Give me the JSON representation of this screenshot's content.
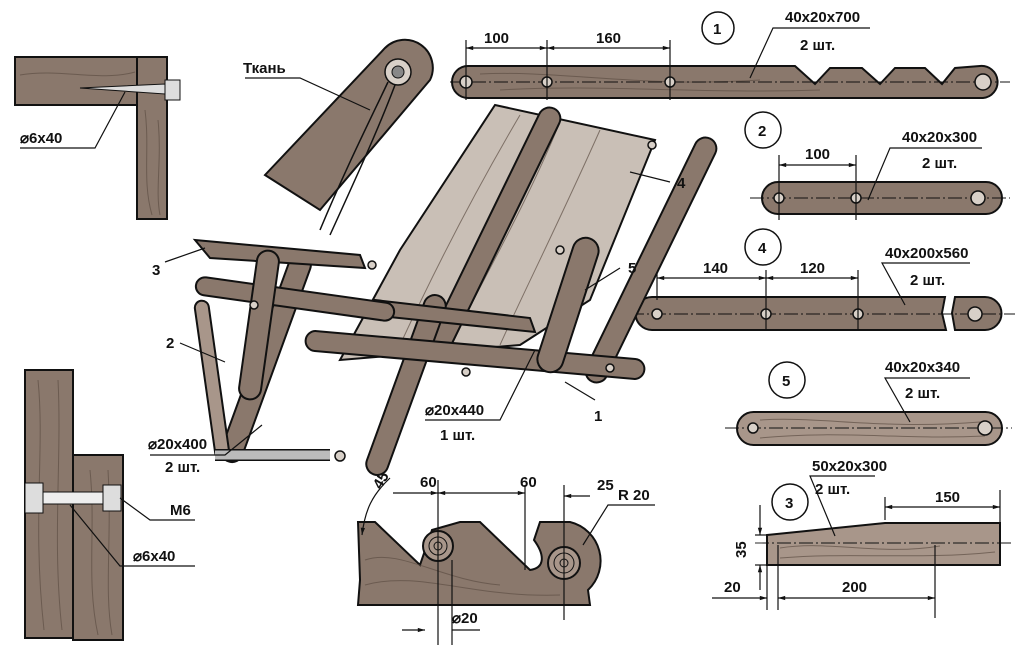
{
  "part1": {
    "number": "1",
    "size": "40x20x700",
    "qty": "2 шт.",
    "dims": [
      "100",
      "160"
    ]
  },
  "part2": {
    "number": "2",
    "size": "40x20x300",
    "qty": "2 шт.",
    "dims": [
      "100"
    ]
  },
  "part4": {
    "number": "4",
    "size": "40x200x560",
    "qty": "2 шт.",
    "dims": [
      "140",
      "120"
    ]
  },
  "part5": {
    "number": "5",
    "size": "40x20x340",
    "qty": "2 шт."
  },
  "part3": {
    "number": "3",
    "size": "50x20x300",
    "qty": "2 шт.",
    "dims": {
      "top": "150",
      "height": "35",
      "offset": "20",
      "bottom": "200"
    }
  },
  "notch_detail": {
    "angle": "45°",
    "dims": [
      "60",
      "60",
      "25"
    ],
    "radius": "R 20",
    "diameter": "⌀20"
  },
  "screw_detail_top": {
    "label": "⌀6x40"
  },
  "bolt_detail": {
    "bolt": "M6",
    "screw": "⌀6x40"
  },
  "fabric_detail": {
    "label": "Ткань"
  },
  "chair": {
    "callouts": [
      "3",
      "2",
      "4",
      "5",
      "1"
    ],
    "rod_front": {
      "size": "⌀20x440",
      "qty": "1 шт."
    },
    "rod_rear": {
      "size": "⌀20x400",
      "qty": "2 шт."
    }
  }
}
